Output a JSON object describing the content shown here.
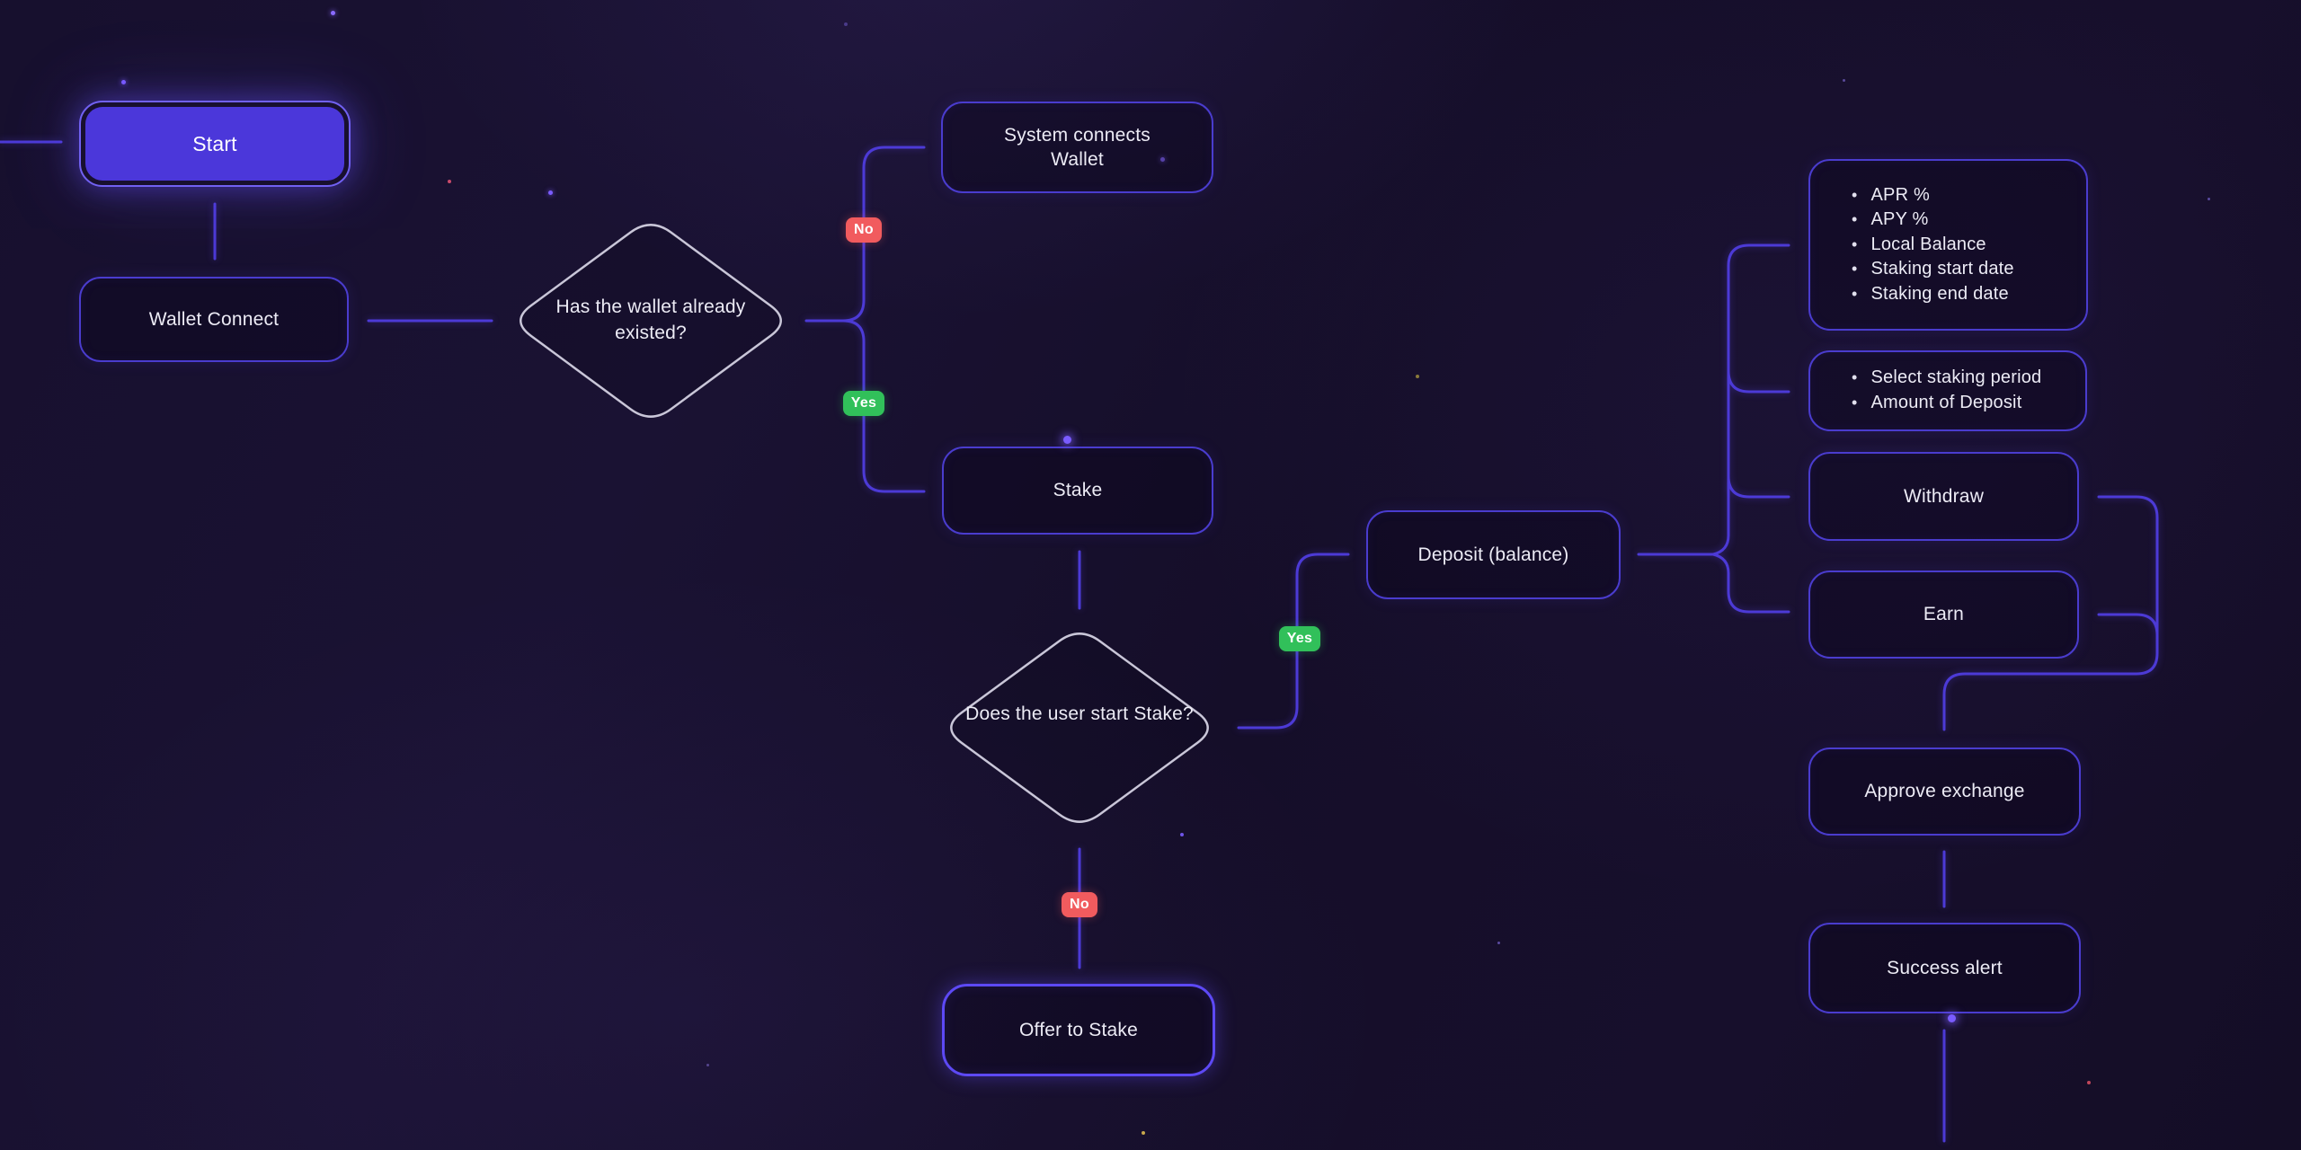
{
  "flowchart": {
    "nodes": {
      "start": {
        "label": "Start"
      },
      "wallet_connect": {
        "label": "Wallet Connect"
      },
      "wallet_exists_decision": {
        "label": "Has the wallet already existed?"
      },
      "system_connects_wallet": {
        "label": "System connects Wallet"
      },
      "stake": {
        "label": "Stake"
      },
      "user_start_stake_decision": {
        "label": "Does the user start Stake?"
      },
      "deposit_balance": {
        "label": "Deposit (balance)"
      },
      "staking_info": {
        "items": [
          "APR %",
          "APY %",
          "Local Balance",
          "Staking start date",
          "Staking end date"
        ]
      },
      "staking_form": {
        "items": [
          "Select staking period",
          "Amount of Deposit"
        ]
      },
      "withdraw": {
        "label": "Withdraw"
      },
      "earn": {
        "label": "Earn"
      },
      "approve_exchange": {
        "label": "Approve exchange"
      },
      "success_alert": {
        "label": "Success alert"
      },
      "offer_to_stake": {
        "label": "Offer to Stake"
      }
    },
    "badges": {
      "wallet_no": {
        "label": "No"
      },
      "wallet_yes": {
        "label": "Yes"
      },
      "stake_yes": {
        "label": "Yes"
      },
      "stake_no": {
        "label": "No"
      }
    },
    "colors": {
      "yes_badge": "#31c05a",
      "no_badge": "#f15b5e",
      "connector": "#4c3ad6",
      "node_border": "#4a3cce",
      "start_fill": "#4b37da",
      "diamond_stroke": "#c9c6d8"
    }
  }
}
